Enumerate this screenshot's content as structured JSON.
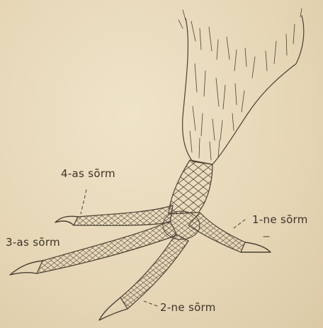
{
  "labels": {
    "toe_4": "4-as sõrm",
    "toe_3": "3-as sõrm",
    "toe_1": "1-ne sõrm",
    "toe_2": "2-ne sõrm"
  },
  "colors": {
    "paper": "#e9dcc0",
    "ink": "#4a4034"
  }
}
